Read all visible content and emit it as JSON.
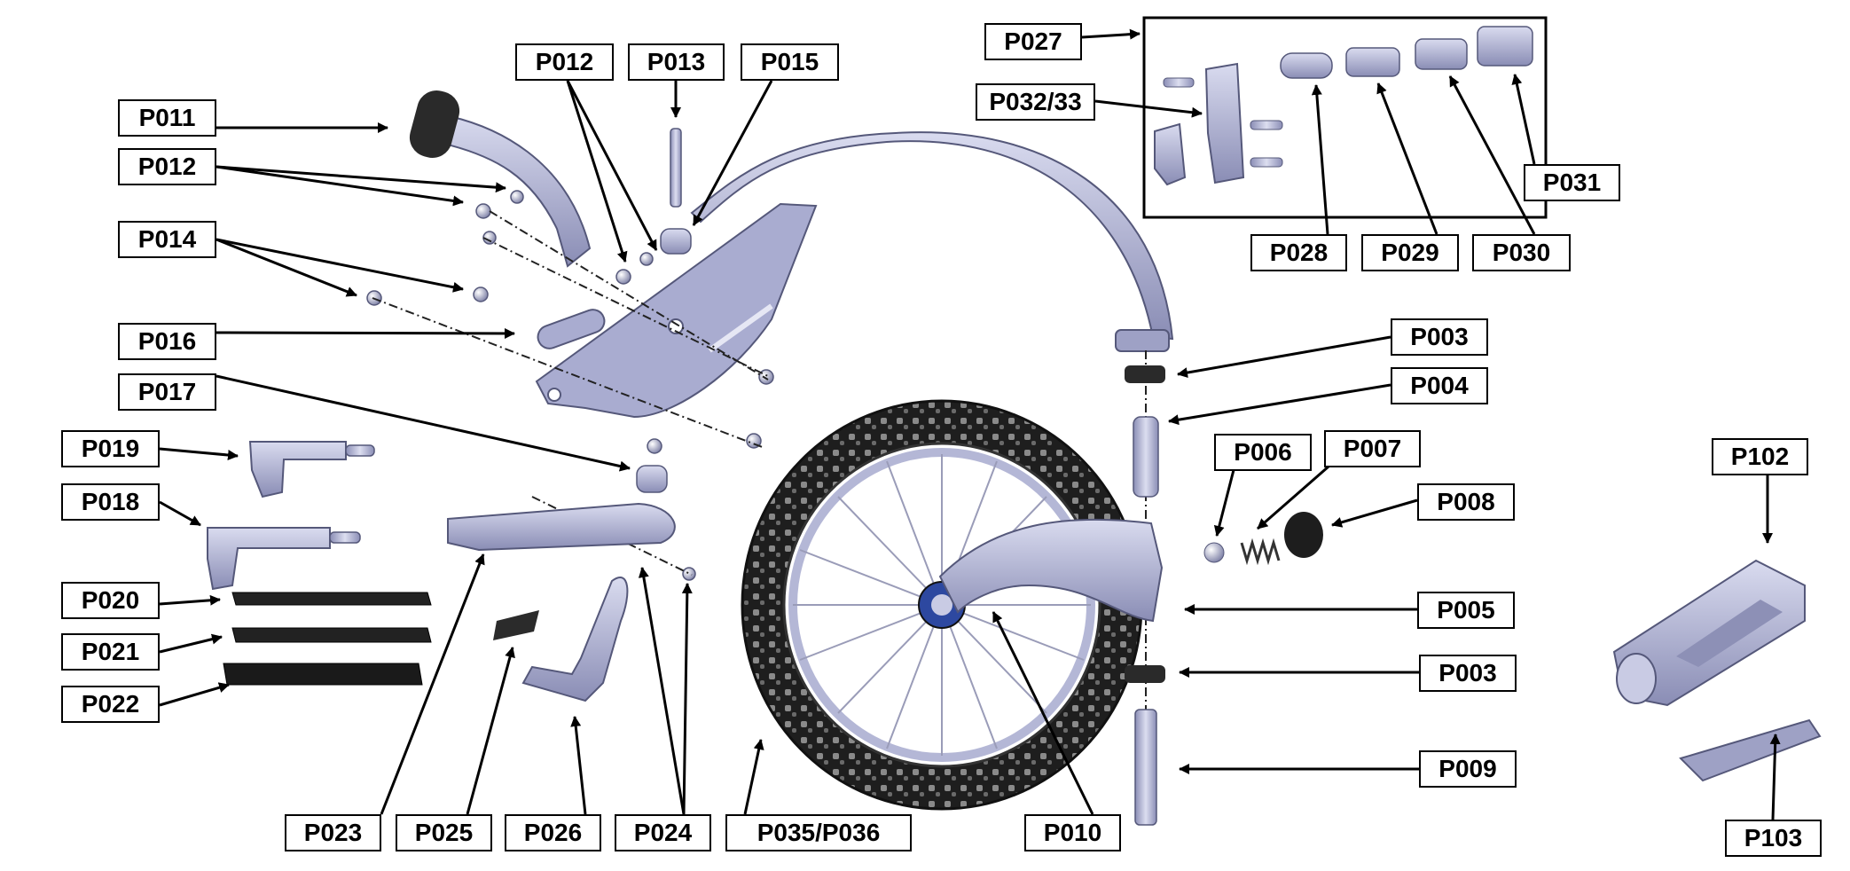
{
  "diagram": {
    "labels": {
      "p011": "P011",
      "p012_left": "P012",
      "p012_top": "P012",
      "p013": "P013",
      "p015": "P015",
      "p014": "P014",
      "p016": "P016",
      "p017": "P017",
      "p019": "P019",
      "p018": "P018",
      "p020": "P020",
      "p021": "P021",
      "p022": "P022",
      "p023": "P023",
      "p025": "P025",
      "p026": "P026",
      "p024": "P024",
      "p035_036": "P035/P036",
      "p010": "P010",
      "p027": "P027",
      "p032_33": "P032/33",
      "p028": "P028",
      "p029": "P029",
      "p030": "P030",
      "p031": "P031",
      "p003_top": "P003",
      "p004": "P004",
      "p006": "P006",
      "p007": "P007",
      "p008": "P008",
      "p005": "P005",
      "p003_bottom": "P003",
      "p009": "P009",
      "p102": "P102",
      "p103": "P103"
    },
    "colors": {
      "metal_light": "#c4c6e0",
      "metal": "#9fa2c7",
      "metal_dark": "#6f7298",
      "tire": "#1e1e1e",
      "outline": "#000000"
    }
  }
}
